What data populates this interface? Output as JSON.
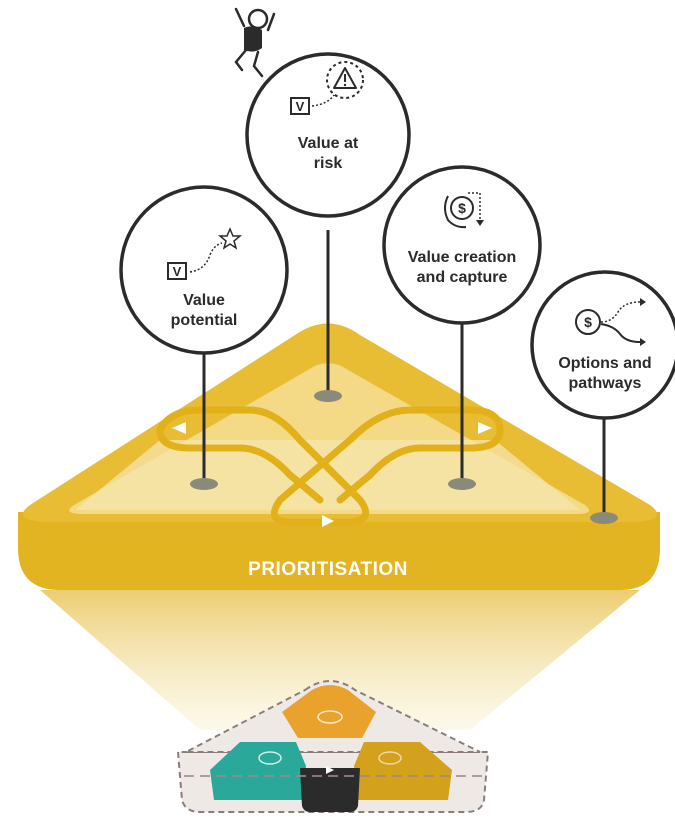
{
  "platform_label": "PRIORITISATION",
  "circles": [
    {
      "id": "value-potential",
      "lines": [
        "Value",
        "potential"
      ],
      "icon": "value-star-icon"
    },
    {
      "id": "value-at-risk",
      "lines": [
        "Value at",
        "risk"
      ],
      "icon": "value-warning-icon"
    },
    {
      "id": "value-creation",
      "lines": [
        "Value creation",
        "and capture"
      ],
      "icon": "dollar-cycle-icon"
    },
    {
      "id": "options-pathways",
      "lines": [
        "Options and",
        "pathways"
      ],
      "icon": "dollar-branch-icon"
    }
  ],
  "colors": {
    "gold": "#e7b92a",
    "gold_dark": "#d3a11c",
    "gold_light": "#f3d87a",
    "cream": "#f7e9b6",
    "orange": "#e9a32d",
    "teal": "#2aa89a",
    "dark": "#2b2b2b",
    "grey": "#8a8a7a"
  }
}
